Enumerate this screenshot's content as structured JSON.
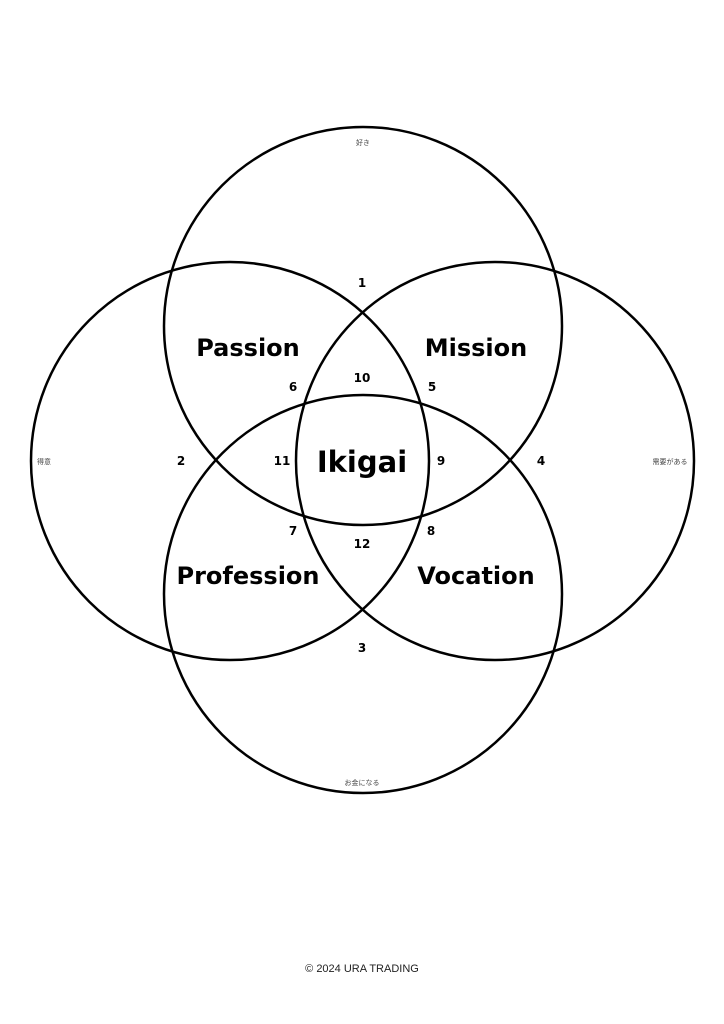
{
  "circles": [
    {
      "id": "likes",
      "label": "好き"
    },
    {
      "id": "good_at",
      "label": "得意"
    },
    {
      "id": "needed",
      "label": "需要がある"
    },
    {
      "id": "paid",
      "label": "お金になる"
    }
  ],
  "regions": {
    "passion": "Passion",
    "mission": "Mission",
    "profession": "Profession",
    "vocation": "Vocation",
    "ikigai": "Ikigai"
  },
  "numbers": [
    "1",
    "2",
    "3",
    "4",
    "5",
    "6",
    "7",
    "8",
    "9",
    "10",
    "11",
    "12"
  ],
  "footer": "© 2024 URA TRADING",
  "colors": {
    "stroke": "#000000",
    "background": "#ffffff"
  }
}
